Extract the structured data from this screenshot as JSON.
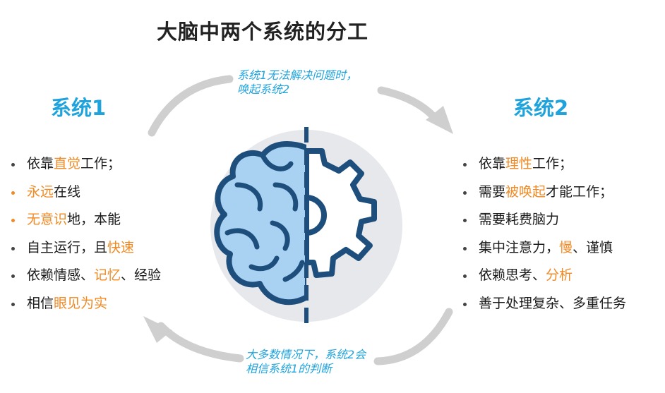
{
  "title": "大脑中两个系统的分工",
  "colors": {
    "accent_blue": "#1fa3dc",
    "highlight_orange": "#f08a24",
    "brain_fill": "#a9d1f2",
    "outline_navy": "#1e4f7c",
    "circle_bg": "#e7e8ec",
    "arrow_gray": "#c8c8c8"
  },
  "system1": {
    "heading": "系统1",
    "items": [
      {
        "bullet": "dark",
        "parts": [
          {
            "t": "依靠"
          },
          {
            "t": "直觉",
            "hl": true
          },
          {
            "t": "工作；"
          }
        ]
      },
      {
        "bullet": "orange",
        "parts": [
          {
            "t": "永远",
            "hl": true
          },
          {
            "t": "在线"
          }
        ]
      },
      {
        "bullet": "orange",
        "parts": [
          {
            "t": "无意识",
            "hl": true
          },
          {
            "t": "地，本能"
          }
        ]
      },
      {
        "bullet": "dark",
        "parts": [
          {
            "t": "自主运行，且"
          },
          {
            "t": "快速",
            "hl": true
          }
        ]
      },
      {
        "bullet": "dark",
        "parts": [
          {
            "t": "依赖情感、"
          },
          {
            "t": "记忆",
            "hl": true
          },
          {
            "t": "、经验"
          }
        ]
      },
      {
        "bullet": "dark",
        "parts": [
          {
            "t": "相信"
          },
          {
            "t": "眼见为实",
            "hl": true
          }
        ]
      }
    ]
  },
  "system2": {
    "heading": "系统2",
    "items": [
      {
        "bullet": "dark",
        "parts": [
          {
            "t": "依靠"
          },
          {
            "t": "理性",
            "hl": true
          },
          {
            "t": "工作；"
          }
        ]
      },
      {
        "bullet": "dark",
        "parts": [
          {
            "t": "需要"
          },
          {
            "t": "被唤起",
            "hl": true
          },
          {
            "t": "才能工作；"
          }
        ]
      },
      {
        "bullet": "dark",
        "parts": [
          {
            "t": "需要耗费脑力"
          }
        ]
      },
      {
        "bullet": "dark",
        "parts": [
          {
            "t": "集中注意力，"
          },
          {
            "t": "慢",
            "hl": true
          },
          {
            "t": "、谨慎"
          }
        ]
      },
      {
        "bullet": "dark",
        "parts": [
          {
            "t": "依赖思考、"
          },
          {
            "t": "分析",
            "hl": true
          }
        ]
      },
      {
        "bullet": "dark",
        "parts": [
          {
            "t": "善于处理复杂、多重任务"
          }
        ]
      }
    ]
  },
  "notes": {
    "top_line1": "系统1无法解决问题时，",
    "top_line2": "唤起系统2",
    "bottom_line1": "大多数情况下，系统2会",
    "bottom_line2": "相信系统1的判断"
  },
  "icons": {
    "center": "brain-gear-icon",
    "top_arrow": "curved-arrow-right-icon",
    "bottom_arrow": "curved-arrow-left-icon"
  }
}
